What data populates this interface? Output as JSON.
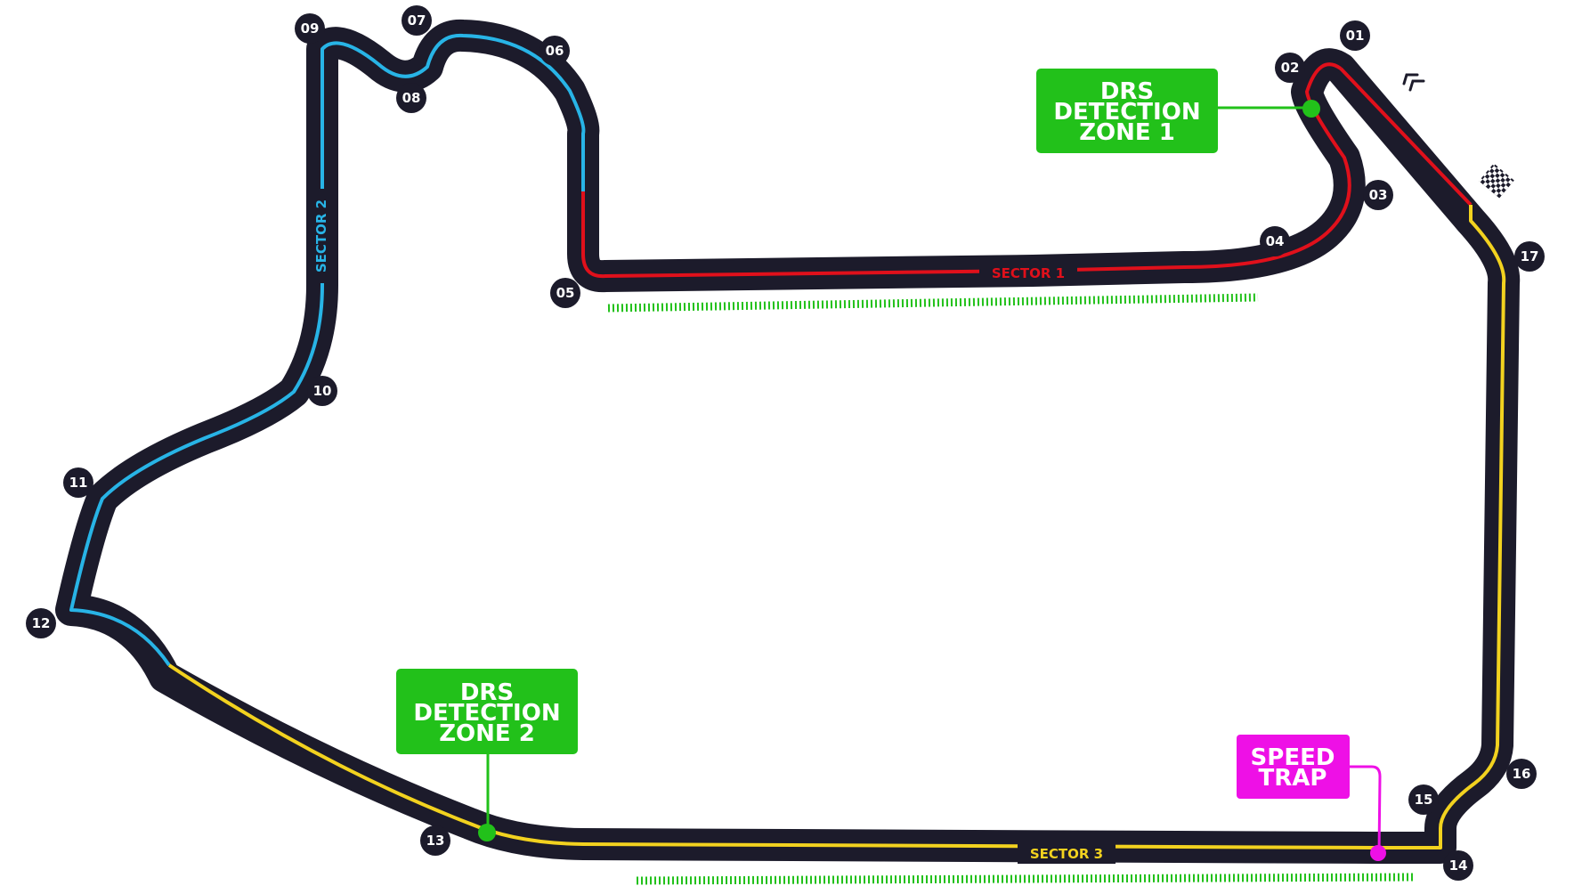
{
  "colors": {
    "track": "#1c1b2b",
    "sector1": "#e0101b",
    "sector2": "#28b4e6",
    "sector3": "#f2d21f",
    "drs": "#22c11a",
    "drs_box": "#22c11a",
    "speed_trap": "#ee10e6",
    "corner_marker": "#1c1b2b",
    "background": "#ffffff"
  },
  "corners": [
    "01",
    "02",
    "03",
    "04",
    "05",
    "06",
    "07",
    "08",
    "09",
    "10",
    "11",
    "12",
    "13",
    "14",
    "15",
    "16",
    "17"
  ],
  "sectors": {
    "sector1": "SECTOR 1",
    "sector2": "SECTOR 2",
    "sector3": "SECTOR 3"
  },
  "drs_detection_1": {
    "line1": "DRS",
    "line2": "DETECTION",
    "line3": "ZONE 1"
  },
  "drs_detection_2": {
    "line1": "DRS",
    "line2": "DETECTION",
    "line3": "ZONE 2"
  },
  "speed_trap": {
    "line1": "SPEED",
    "line2": "TRAP"
  },
  "icons": [
    "start-finish-flag-icon",
    "direction-chevron-icon"
  ]
}
